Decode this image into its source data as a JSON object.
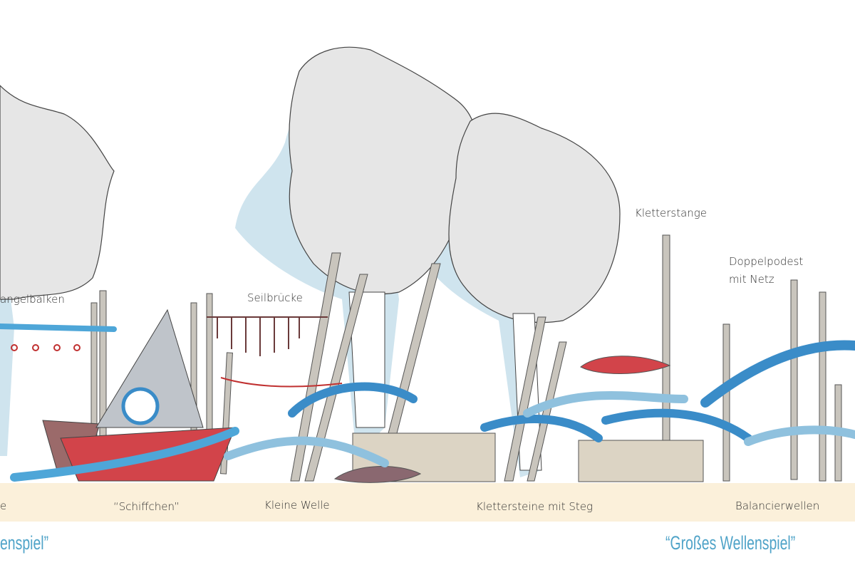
{
  "labels": {
    "schwingelbalken": "angelbalken",
    "seilbruecke": "Seilbrücke",
    "kletterstange": "Kletterstange",
    "doppelpodest_line1": "Doppelpodest",
    "doppelpodest_line2": "mit Netz"
  },
  "band": {
    "items": [
      "e",
      "“Schiffchen”",
      "Kleine Welle",
      "Klettersteine mit Steg",
      "Balancierwellen"
    ]
  },
  "titles": {
    "left": "enspiel”",
    "right": "“Großes Wellenspiel”"
  },
  "colors": {
    "tree": "#e6e6e6",
    "shadow": "#cfe4ee",
    "wave_blue": "#3a8cc8",
    "light_blue": "#8fc1de",
    "red": "#d2444a",
    "post": "#c9c5bd",
    "stone": "#dcd4c4",
    "ground": "#fbf0da",
    "title": "#4fa3c8"
  }
}
